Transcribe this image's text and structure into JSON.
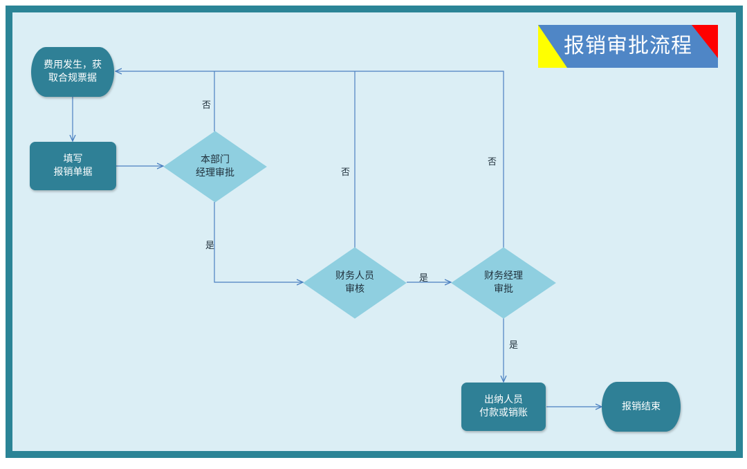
{
  "title": "报销审批流程",
  "colors": {
    "frame": "#2b8496",
    "background": "#dbeef5",
    "process_fill": "#2f8096",
    "decision_fill": "#8fcfe0",
    "arrow": "#4a7fc0",
    "title_fill": "#4f86c6",
    "title_corner_left": "#ffff00",
    "title_corner_right": "#ff0000"
  },
  "nodes": {
    "start": "费用发生，获\n取合规票据",
    "fill_form": "填写\n报销单据",
    "dept_approval": "本部门\n经理审批",
    "finance_review": "财务人员\n审核",
    "finance_manager": "财务经理\n审批",
    "cashier": "出纳人员\n付款或销账",
    "end": "报销结束"
  },
  "edge_labels": {
    "dept_no": "否",
    "dept_yes": "是",
    "review_no": "否",
    "review_yes": "是",
    "manager_no": "否",
    "manager_yes": "是"
  }
}
